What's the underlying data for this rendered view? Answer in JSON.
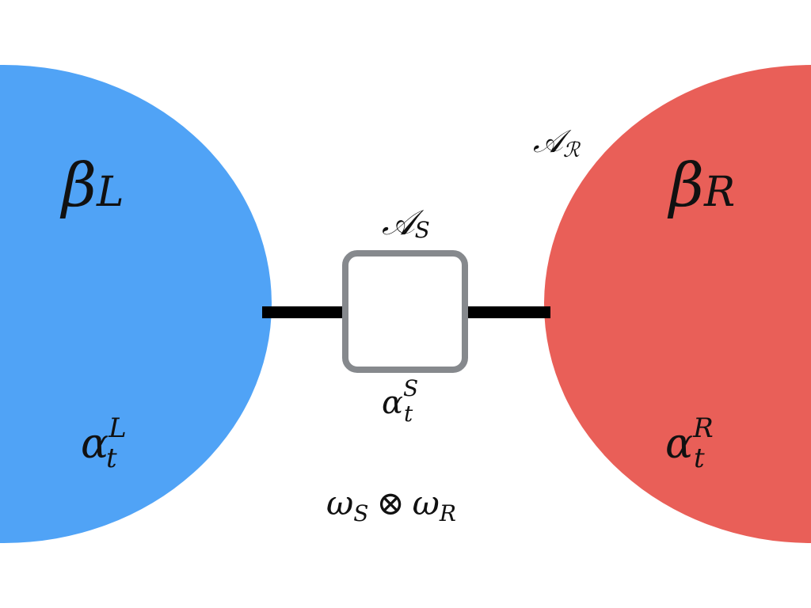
{
  "diagram": {
    "colors": {
      "left_reservoir": "#50a3f6",
      "right_reservoir": "#e95f58",
      "system_box_border": "#86898d",
      "connector": "#000000",
      "text": "#111111"
    },
    "left_reservoir": {
      "beta": "β",
      "beta_sub": "L",
      "alpha": "α",
      "alpha_sub": "t",
      "alpha_sup": "L"
    },
    "right_reservoir": {
      "algebra": "𝒜",
      "algebra_sub": "ℛ",
      "beta": "β",
      "beta_sub": "R",
      "alpha": "α",
      "alpha_sub": "t",
      "alpha_sup": "R"
    },
    "system": {
      "algebra": "𝒜",
      "algebra_sub": "S",
      "alpha": "α",
      "alpha_sub": "t",
      "alpha_sup": "S"
    },
    "state": {
      "omega1": "ω",
      "omega1_sub": "S",
      "tensor": "⊗",
      "omega2": "ω",
      "omega2_sub": "R"
    }
  }
}
